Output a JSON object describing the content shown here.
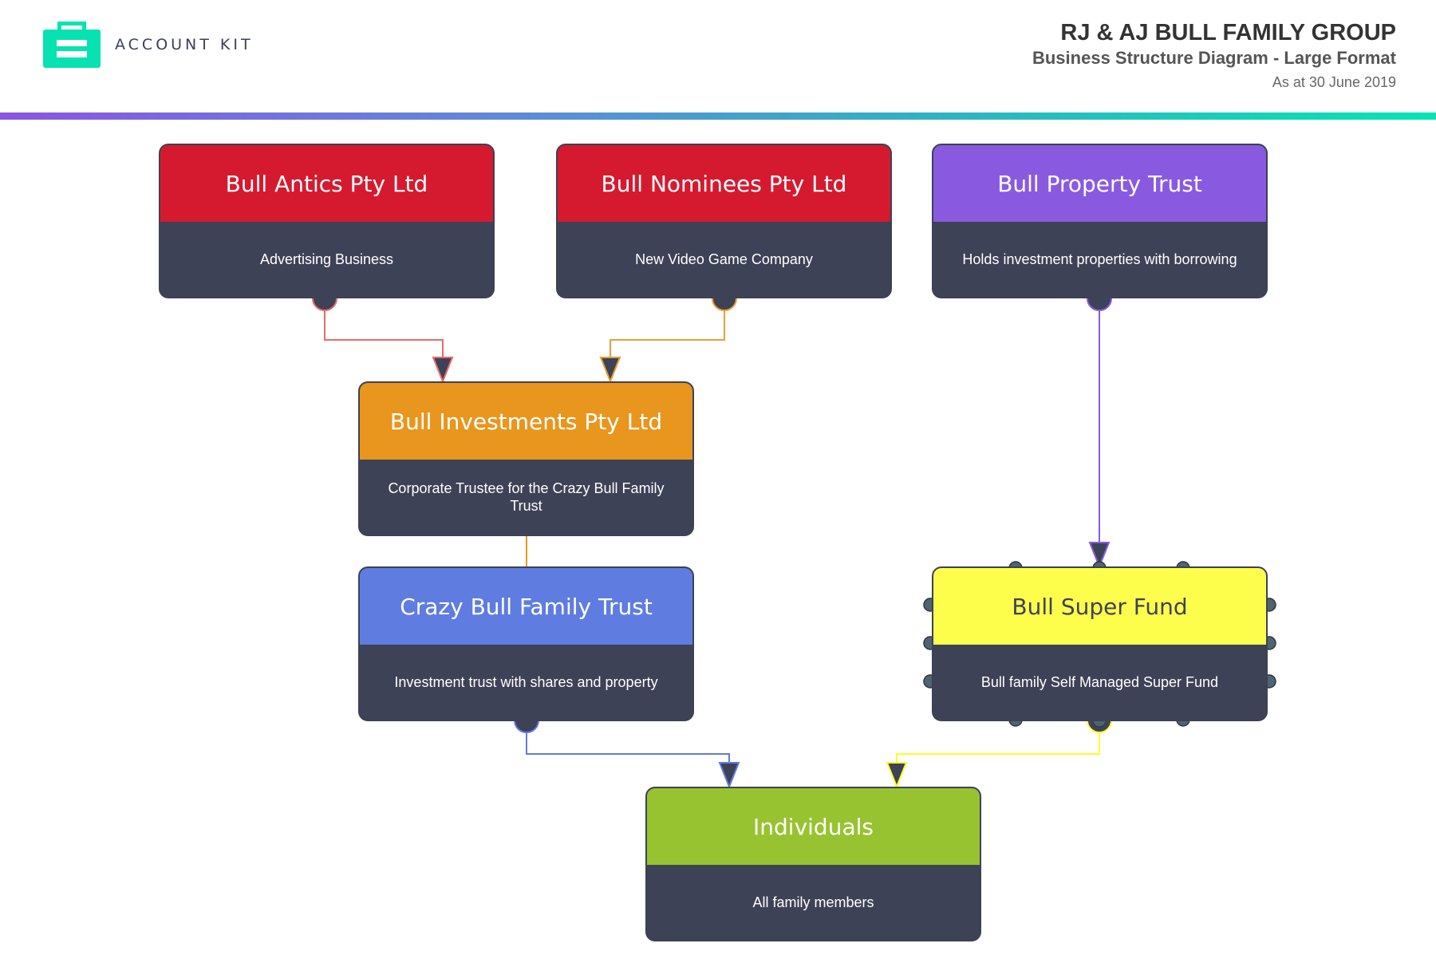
{
  "brand": {
    "name": "ACCOUNT KIT",
    "icon": "briefcase-icon",
    "color": "#06e3b0"
  },
  "header": {
    "title": "RJ & AJ BULL FAMILY GROUP",
    "subtitle": "Business Structure Diagram - Large Format",
    "date": "As at 30 June 2019"
  },
  "nodes": [
    {
      "id": "bull-antics",
      "title": "Bull Antics Pty Ltd",
      "description": "Advertising Business",
      "color": "#d51a2f"
    },
    {
      "id": "bull-nominees",
      "title": "Bull Nominees Pty Ltd",
      "description": "New Video Game Company",
      "color": "#d51a2f"
    },
    {
      "id": "bull-property",
      "title": "Bull Property Trust",
      "description": "Holds investment properties with borrowing",
      "color": "#895ae0"
    },
    {
      "id": "bull-investments",
      "title": "Bull Investments Pty Ltd",
      "description": "Corporate Trustee for the Crazy Bull Family Trust",
      "color": "#e8961e"
    },
    {
      "id": "crazy-bull",
      "title": "Crazy Bull Family Trust",
      "description": "Investment trust with shares and property",
      "color": "#5f7ce0"
    },
    {
      "id": "bull-super",
      "title": "Bull Super Fund",
      "description": "Bull family Self Managed Super Fund",
      "color": "#fdfd4c",
      "title_color": "#3e4257"
    },
    {
      "id": "individuals",
      "title": "Individuals",
      "description": "All family members",
      "color": "#98c331"
    }
  ],
  "edges": [
    {
      "from": "bull-antics",
      "to": "bull-investments",
      "color": "#e86b6b",
      "arrow": true
    },
    {
      "from": "bull-nominees",
      "to": "bull-investments",
      "color": "#e8a030",
      "arrow": true
    },
    {
      "from": "bull-property",
      "to": "bull-super",
      "color": "#8a5ae0",
      "arrow": true
    },
    {
      "from": "bull-investments",
      "to": "crazy-bull",
      "color": "#e8961e",
      "arrow": false
    },
    {
      "from": "crazy-bull",
      "to": "individuals",
      "color": "#5f7ce0",
      "arrow": true
    },
    {
      "from": "bull-super",
      "to": "individuals",
      "color": "#fdfd30",
      "arrow": true
    }
  ]
}
